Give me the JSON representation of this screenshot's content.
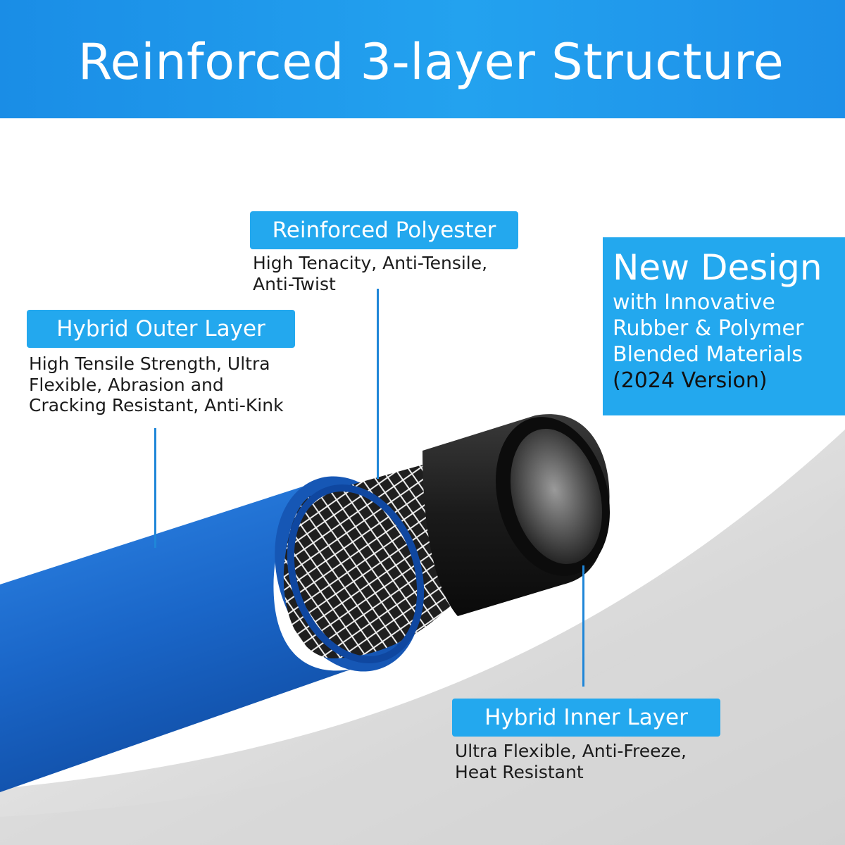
{
  "header": {
    "title": "Reinforced 3-layer Structure"
  },
  "layers": [
    {
      "label": "Reinforced Polyester",
      "description_lines": [
        "High Tenacity, Anti-Tensile,",
        "Anti-Twist"
      ]
    },
    {
      "label": "Hybrid Outer Layer",
      "description_lines": [
        "High Tensile Strength, Ultra",
        "Flexible, Abrasion and",
        "Cracking Resistant, Anti-Kink"
      ]
    },
    {
      "label": "Hybrid Inner Layer",
      "description_lines": [
        "Ultra Flexible, Anti-Freeze,",
        "Heat Resistant"
      ]
    }
  ],
  "callout": {
    "title": "New Design",
    "lines": [
      "with Innovative",
      "Rubber & Polymer",
      "Blended Materials"
    ],
    "version": "(2024 Version)"
  },
  "colors": {
    "banner": "#1a8de6",
    "tag": "#23a8ee",
    "hose_outer": "#1a66c8",
    "hose_mesh": "#2b2b2b",
    "hose_inner": "#111111"
  },
  "icons": [
    "hose-cross-section-illustration"
  ]
}
